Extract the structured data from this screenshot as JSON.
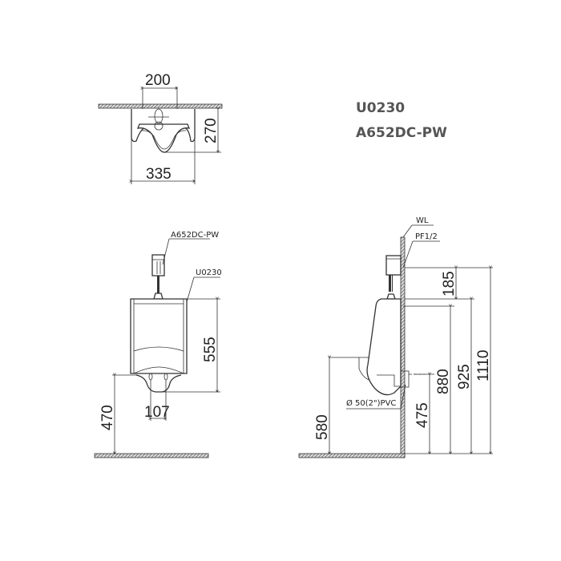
{
  "title": {
    "model_urinal": "U0230",
    "model_valve": "A652DC-PW"
  },
  "top_view": {
    "dim_width_top": "200",
    "dim_depth": "270",
    "dim_width_bottom": "335"
  },
  "front_view": {
    "label_valve": "A652DC-PW",
    "label_urinal": "U0230",
    "dim_height": "555",
    "dim_floor_to_bottom": "470",
    "dim_outlet_spacing": "107"
  },
  "side_view": {
    "label_wall": "WL",
    "label_inlet": "PF1/2",
    "label_pipe": "Ø  50(2\")PVC",
    "dim_185": "185",
    "dim_580": "580",
    "dim_475": "475",
    "dim_880": "880",
    "dim_925": "925",
    "dim_1110": "1110"
  }
}
